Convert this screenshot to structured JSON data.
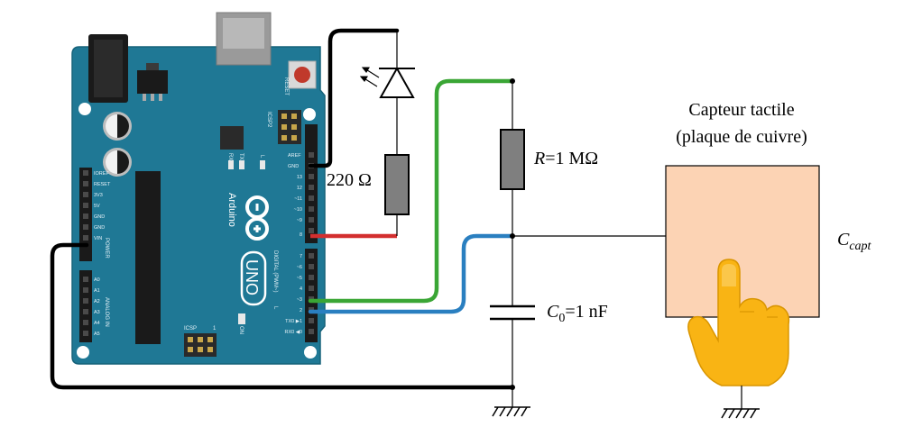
{
  "board": {
    "reset_label": "RESET",
    "icsp2_label": "ICSP2",
    "aref_label": "AREF",
    "gnd_label": "GND",
    "digital_pins": [
      "13",
      "12",
      "~11",
      "~10",
      "~9",
      "8",
      "7",
      "~6",
      "~5",
      "4",
      "~3",
      "2",
      "TX0 ▶1",
      "RX0 ◀0"
    ],
    "digital_label": "DIGITAL (PWM~)",
    "l_label": "L",
    "tx_label": "TX",
    "rx_label": "RX",
    "brand": "Arduino",
    "model": "UNO",
    "power_pins": [
      "IOREF",
      "RESET",
      "3V3",
      "5V",
      "GND",
      "GND",
      "VIN"
    ],
    "power_label": "POWER",
    "analog_pins": [
      "A0",
      "A1",
      "A2",
      "A3",
      "A4",
      "A5"
    ],
    "analog_label": "ANALOG IN",
    "icsp_label": "ICSP",
    "icsp_num": "1",
    "on_label": "ON"
  },
  "circuit": {
    "led_resistor": "220 Ω",
    "r_label_var": "R",
    "r_label_value": "=1 MΩ",
    "c0_label_var": "C",
    "c0_label_sub": "0",
    "c0_label_value": "=1 nF",
    "sensor_title_line1": "Capteur tactile",
    "sensor_title_line2": "(plaque de cuivre)",
    "ccapt_var": "C",
    "ccapt_sub": "capt"
  },
  "colors": {
    "board": "#1f7895",
    "board_dark": "#16627a",
    "wire_black": "#000000",
    "wire_red": "#d32f2f",
    "wire_green": "#3aa635",
    "wire_blue": "#2a7fc0",
    "resistor": "#7f7f7f",
    "plate": "#fcd3b4",
    "hand": "#f9b414"
  }
}
